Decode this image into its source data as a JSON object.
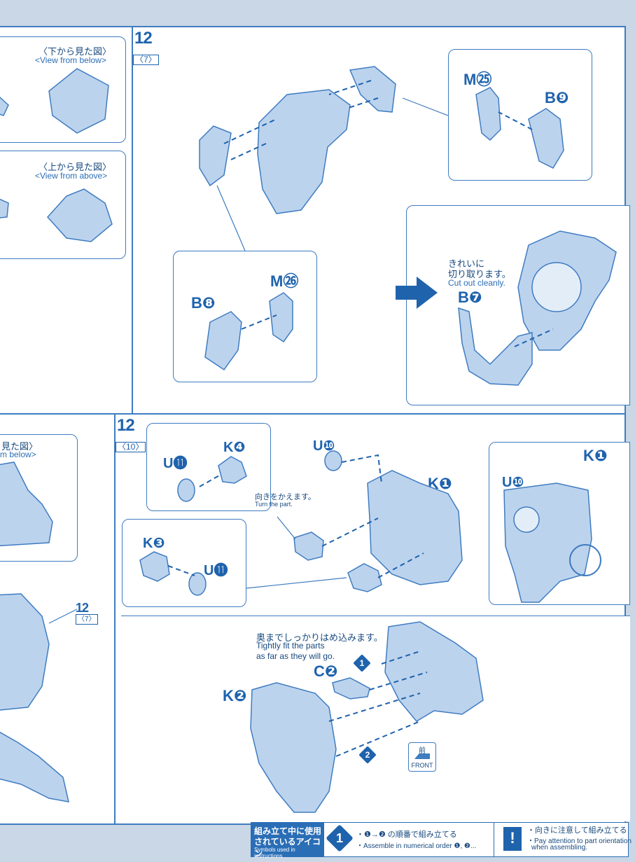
{
  "top_left": {
    "view_below_jp": "〈下から見た図〉",
    "view_below_en": "<View from below>",
    "view_above_jp": "〈上から見た図〉",
    "view_above_en": "<View from above>"
  },
  "step_a": {
    "number": "12",
    "sub": "〈7〉",
    "parts": {
      "m25": "M㉕",
      "b9": "B❾",
      "m26": "M㉖",
      "b8": "B❽",
      "b7": "B❼"
    },
    "cut_jp_1": "きれいに",
    "cut_jp_2": "切り取ります。",
    "cut_en": "Cut out cleanly."
  },
  "bottom_left": {
    "view_jp": "見た図〉",
    "view_en": "m below>",
    "ref_number": "12",
    "ref_sub": "〈7〉"
  },
  "step_b": {
    "number": "12",
    "sub": "〈10〉",
    "parts": {
      "u11_top": "U⓫",
      "k4": "K❹",
      "u10_top": "U❿",
      "k1_main": "K❶",
      "u10_right": "U❿",
      "k1_right": "K❶",
      "k3": "K❸",
      "u11_bottom": "U⓫",
      "c2": "C❷",
      "k2": "K❷"
    },
    "turn_jp": "向きをかえます。",
    "turn_en": "Turn the part.",
    "fit_jp": "奥までしっかりはめ込みます。",
    "fit_en_1": "Tightly fit the parts",
    "fit_en_2": "as far as they will go.",
    "order_1": "1",
    "order_2": "2",
    "front_jp": "前",
    "front_en": "FRONT"
  },
  "legend": {
    "title_jp_1": "組み立て中に使用",
    "title_jp_2": "されているアイコン",
    "title_en": "Symbols used in instructions",
    "icon1": "1",
    "order_jp": "・❶→❷ の順番で組み立てる",
    "order_en": "・Assemble in numerical order ❶, ❷...",
    "icon2": "!",
    "attn_jp": "・向きに注意して組み立てる",
    "attn_en_1": "・Pay attention to part orientation",
    "attn_en_2": "when assembling."
  },
  "colors": {
    "line": "#3f7cc0",
    "part_fill": "#bcd3ee",
    "part_shade": "#7fa8d8",
    "accent": "#1f63ad",
    "background": "#c9d7e6"
  }
}
